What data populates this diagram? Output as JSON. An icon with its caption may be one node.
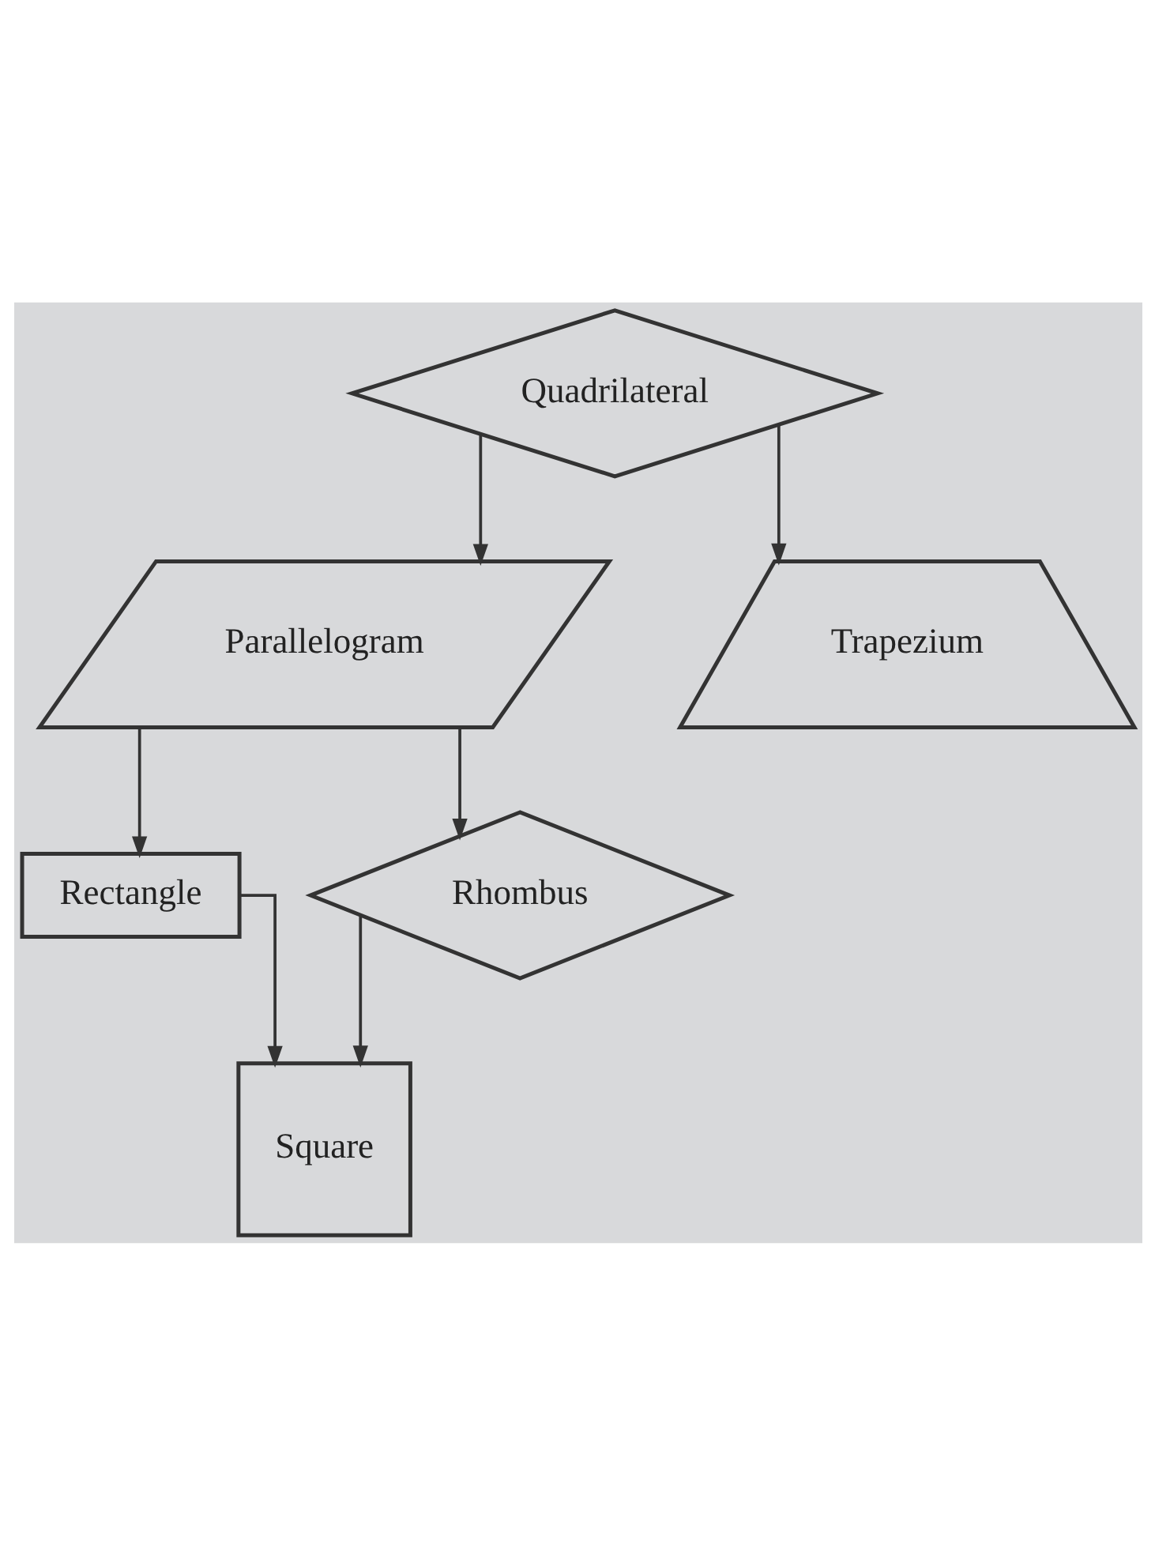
{
  "diagram": {
    "nodes": [
      {
        "text": [
          "Quadrilateral"
        ]
      },
      {
        "text": [
          "Parallelogram"
        ]
      },
      {
        "text": [
          "Trapezium"
        ]
      },
      {
        "text": [
          "Rectangle"
        ]
      },
      {
        "text": [
          "Rhombus"
        ]
      },
      {
        "text": [
          "Square"
        ]
      }
    ],
    "edges": [
      {
        "from": 0,
        "to": 1,
        "arrow": "to"
      },
      {
        "from": 0,
        "to": 2,
        "arrow": "to"
      },
      {
        "from": 1,
        "to": 3,
        "arrow": "to"
      },
      {
        "from": 1,
        "to": 4,
        "arrow": "to"
      },
      {
        "from": 3,
        "to": 5,
        "arrow": "to"
      },
      {
        "from": 4,
        "to": 5,
        "arrow": "to"
      }
    ]
  }
}
